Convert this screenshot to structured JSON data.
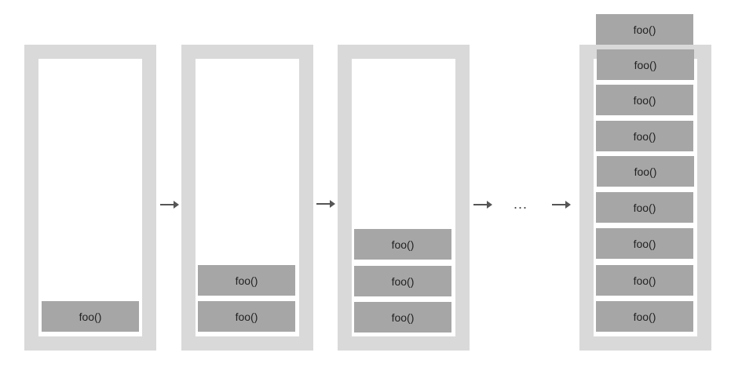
{
  "frame_label": "foo()",
  "ellipsis": "...",
  "stacks": [
    {
      "frames": 1
    },
    {
      "frames": 2
    },
    {
      "frames": 3
    },
    {
      "frames": 8,
      "overflow": 1
    }
  ],
  "colors": {
    "container": "#d9d9d9",
    "frame": "#a6a6a6",
    "arrow": "#555555"
  }
}
